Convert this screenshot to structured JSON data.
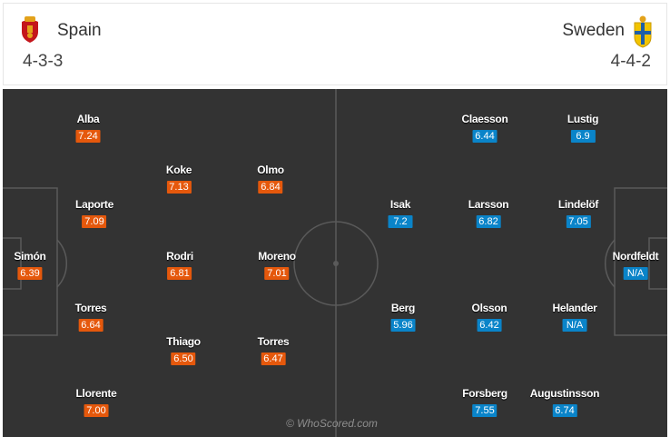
{
  "home": {
    "name": "Spain",
    "formation": "4-3-3",
    "crest": "spain-crest-icon",
    "accent": "#e5580c",
    "players": [
      {
        "name": "Alba",
        "rating": "7.24"
      },
      {
        "name": "Koke",
        "rating": "7.13"
      },
      {
        "name": "Olmo",
        "rating": "6.84"
      },
      {
        "name": "Laporte",
        "rating": "7.09"
      },
      {
        "name": "Simón",
        "rating": "6.39"
      },
      {
        "name": "Rodri",
        "rating": "6.81"
      },
      {
        "name": "Moreno",
        "rating": "7.01"
      },
      {
        "name": "Torres",
        "rating": "6.64"
      },
      {
        "name": "Thiago",
        "rating": "6.50"
      },
      {
        "name": "Torres",
        "rating": "6.47"
      },
      {
        "name": "Llorente",
        "rating": "7.00"
      }
    ]
  },
  "away": {
    "name": "Sweden",
    "formation": "4-4-2",
    "crest": "sweden-crest-icon",
    "accent": "#0a84c9",
    "players": [
      {
        "name": "Claesson",
        "rating": "6.44"
      },
      {
        "name": "Lustig",
        "rating": "6.9"
      },
      {
        "name": "Isak",
        "rating": "7.2"
      },
      {
        "name": "Larsson",
        "rating": "6.82"
      },
      {
        "name": "Lindelöf",
        "rating": "7.05"
      },
      {
        "name": "Nordfeldt",
        "rating": "N/A"
      },
      {
        "name": "Berg",
        "rating": "5.96"
      },
      {
        "name": "Olsson",
        "rating": "6.42"
      },
      {
        "name": "Helander",
        "rating": "N/A"
      },
      {
        "name": "Forsberg",
        "rating": "7.55"
      },
      {
        "name": "Augustinsson",
        "rating": "6.74"
      }
    ]
  },
  "watermark": "© WhoScored.com"
}
